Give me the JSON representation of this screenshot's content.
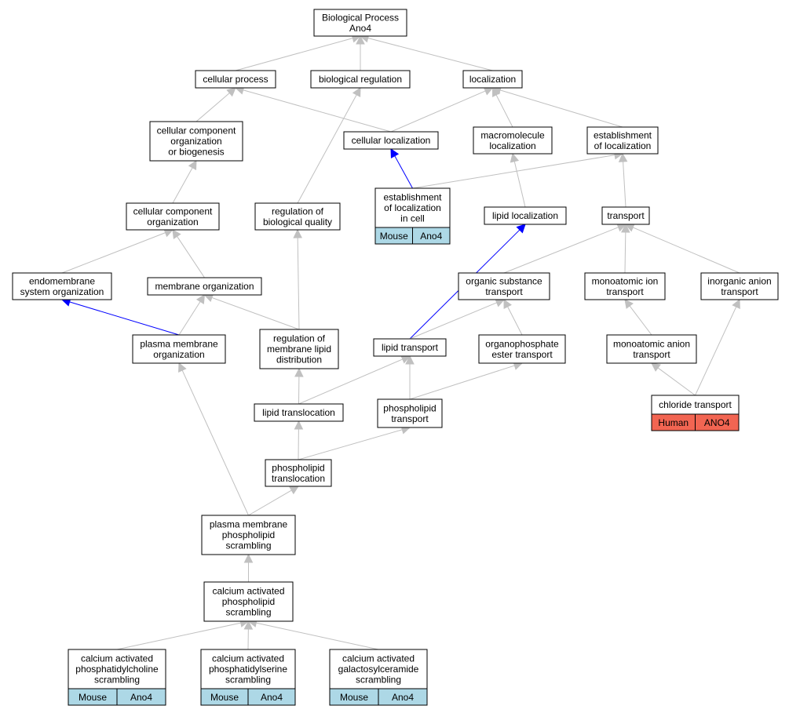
{
  "colors": {
    "edge_default": "#c0c0c0",
    "edge_highlight": "#0000ff",
    "mouse_tag": "#add8e6",
    "human_tag": "#f26552"
  },
  "nodes": [
    {
      "id": "root",
      "lines": [
        "Biological Process",
        "Ano4"
      ]
    },
    {
      "id": "cellular-process",
      "lines": [
        "cellular process"
      ]
    },
    {
      "id": "biological-regulation",
      "lines": [
        "biological regulation"
      ]
    },
    {
      "id": "localization",
      "lines": [
        "localization"
      ]
    },
    {
      "id": "ccob",
      "lines": [
        "cellular component",
        "organization",
        "or biogenesis"
      ]
    },
    {
      "id": "cellular-localization",
      "lines": [
        "cellular localization"
      ]
    },
    {
      "id": "macromolecule-localization",
      "lines": [
        "macromolecule",
        "localization"
      ]
    },
    {
      "id": "establishment-of-localization",
      "lines": [
        "establishment",
        "of localization"
      ]
    },
    {
      "id": "cco",
      "lines": [
        "cellular component",
        "organization"
      ]
    },
    {
      "id": "regulation-biological-quality",
      "lines": [
        "regulation of",
        "biological quality"
      ]
    },
    {
      "id": "establishment-localization-in-cell",
      "lines": [
        "establishment",
        "of localization",
        "in cell"
      ],
      "tags": [
        "Mouse",
        "Ano4"
      ],
      "tag_color": "mouse"
    },
    {
      "id": "lipid-localization",
      "lines": [
        "lipid localization"
      ]
    },
    {
      "id": "transport",
      "lines": [
        "transport"
      ]
    },
    {
      "id": "endomembrane-system-organization",
      "lines": [
        "endomembrane",
        "system organization"
      ]
    },
    {
      "id": "membrane-organization",
      "lines": [
        "membrane organization"
      ]
    },
    {
      "id": "organic-substance-transport",
      "lines": [
        "organic substance",
        "transport"
      ]
    },
    {
      "id": "monoatomic-ion-transport",
      "lines": [
        "monoatomic ion",
        "transport"
      ]
    },
    {
      "id": "inorganic-anion-transport",
      "lines": [
        "inorganic anion",
        "transport"
      ]
    },
    {
      "id": "plasma-membrane-organization",
      "lines": [
        "plasma membrane",
        "organization"
      ]
    },
    {
      "id": "regulation-membrane-lipid-distribution",
      "lines": [
        "regulation of",
        "membrane lipid",
        "distribution"
      ]
    },
    {
      "id": "lipid-transport",
      "lines": [
        "lipid transport"
      ]
    },
    {
      "id": "organophosphate-ester-transport",
      "lines": [
        "organophosphate",
        "ester transport"
      ]
    },
    {
      "id": "monoatomic-anion-transport",
      "lines": [
        "monoatomic anion",
        "transport"
      ]
    },
    {
      "id": "lipid-translocation",
      "lines": [
        "lipid translocation"
      ]
    },
    {
      "id": "phospholipid-transport",
      "lines": [
        "phospholipid",
        "transport"
      ]
    },
    {
      "id": "chloride-transport",
      "lines": [
        "chloride transport"
      ],
      "tags": [
        "Human",
        "ANO4"
      ],
      "tag_color": "human"
    },
    {
      "id": "phospholipid-translocation",
      "lines": [
        "phospholipid",
        "translocation"
      ]
    },
    {
      "id": "pm-phospholipid-scrambling",
      "lines": [
        "plasma membrane",
        "phospholipid",
        "scrambling"
      ]
    },
    {
      "id": "ca-phospholipid-scrambling",
      "lines": [
        "calcium activated",
        "phospholipid",
        "scrambling"
      ]
    },
    {
      "id": "ca-phosphatidylcholine-scrambling",
      "lines": [
        "calcium activated",
        "phosphatidylcholine",
        "scrambling"
      ],
      "tags": [
        "Mouse",
        "Ano4"
      ],
      "tag_color": "mouse"
    },
    {
      "id": "ca-phosphatidylserine-scrambling",
      "lines": [
        "calcium activated",
        "phosphatidylserine",
        "scrambling"
      ],
      "tags": [
        "Mouse",
        "Ano4"
      ],
      "tag_color": "mouse"
    },
    {
      "id": "ca-galactosylceramide-scrambling",
      "lines": [
        "calcium activated",
        "galactosylceramide",
        "scrambling"
      ],
      "tags": [
        "Mouse",
        "Ano4"
      ],
      "tag_color": "mouse"
    }
  ],
  "edges": [
    {
      "from": "cellular-process",
      "to": "root"
    },
    {
      "from": "biological-regulation",
      "to": "root"
    },
    {
      "from": "localization",
      "to": "root"
    },
    {
      "from": "ccob",
      "to": "cellular-process"
    },
    {
      "from": "cellular-localization",
      "to": "cellular-process"
    },
    {
      "from": "cellular-localization",
      "to": "localization"
    },
    {
      "from": "macromolecule-localization",
      "to": "localization"
    },
    {
      "from": "establishment-of-localization",
      "to": "localization"
    },
    {
      "from": "cco",
      "to": "ccob"
    },
    {
      "from": "regulation-biological-quality",
      "to": "biological-regulation"
    },
    {
      "from": "establishment-localization-in-cell",
      "to": "cellular-localization",
      "highlight": true
    },
    {
      "from": "establishment-localization-in-cell",
      "to": "establishment-of-localization"
    },
    {
      "from": "lipid-localization",
      "to": "macromolecule-localization"
    },
    {
      "from": "transport",
      "to": "establishment-of-localization"
    },
    {
      "from": "endomembrane-system-organization",
      "to": "cco"
    },
    {
      "from": "membrane-organization",
      "to": "cco"
    },
    {
      "from": "organic-substance-transport",
      "to": "transport"
    },
    {
      "from": "monoatomic-ion-transport",
      "to": "transport"
    },
    {
      "from": "inorganic-anion-transport",
      "to": "transport"
    },
    {
      "from": "plasma-membrane-organization",
      "to": "endomembrane-system-organization",
      "highlight": true
    },
    {
      "from": "plasma-membrane-organization",
      "to": "membrane-organization"
    },
    {
      "from": "regulation-membrane-lipid-distribution",
      "to": "membrane-organization"
    },
    {
      "from": "regulation-membrane-lipid-distribution",
      "to": "regulation-biological-quality"
    },
    {
      "from": "lipid-transport",
      "to": "lipid-localization",
      "highlight": true
    },
    {
      "from": "lipid-transport",
      "to": "organic-substance-transport"
    },
    {
      "from": "organophosphate-ester-transport",
      "to": "organic-substance-transport"
    },
    {
      "from": "monoatomic-anion-transport",
      "to": "monoatomic-ion-transport"
    },
    {
      "from": "lipid-translocation",
      "to": "regulation-membrane-lipid-distribution"
    },
    {
      "from": "lipid-translocation",
      "to": "lipid-transport"
    },
    {
      "from": "phospholipid-transport",
      "to": "lipid-transport"
    },
    {
      "from": "phospholipid-transport",
      "to": "organophosphate-ester-transport"
    },
    {
      "from": "chloride-transport",
      "to": "monoatomic-anion-transport"
    },
    {
      "from": "chloride-transport",
      "to": "inorganic-anion-transport"
    },
    {
      "from": "phospholipid-translocation",
      "to": "lipid-translocation"
    },
    {
      "from": "phospholipid-translocation",
      "to": "phospholipid-transport"
    },
    {
      "from": "pm-phospholipid-scrambling",
      "to": "plasma-membrane-organization"
    },
    {
      "from": "pm-phospholipid-scrambling",
      "to": "phospholipid-translocation"
    },
    {
      "from": "ca-phospholipid-scrambling",
      "to": "pm-phospholipid-scrambling"
    },
    {
      "from": "ca-phosphatidylcholine-scrambling",
      "to": "ca-phospholipid-scrambling"
    },
    {
      "from": "ca-phosphatidylserine-scrambling",
      "to": "ca-phospholipid-scrambling"
    },
    {
      "from": "ca-galactosylceramide-scrambling",
      "to": "ca-phospholipid-scrambling"
    }
  ]
}
